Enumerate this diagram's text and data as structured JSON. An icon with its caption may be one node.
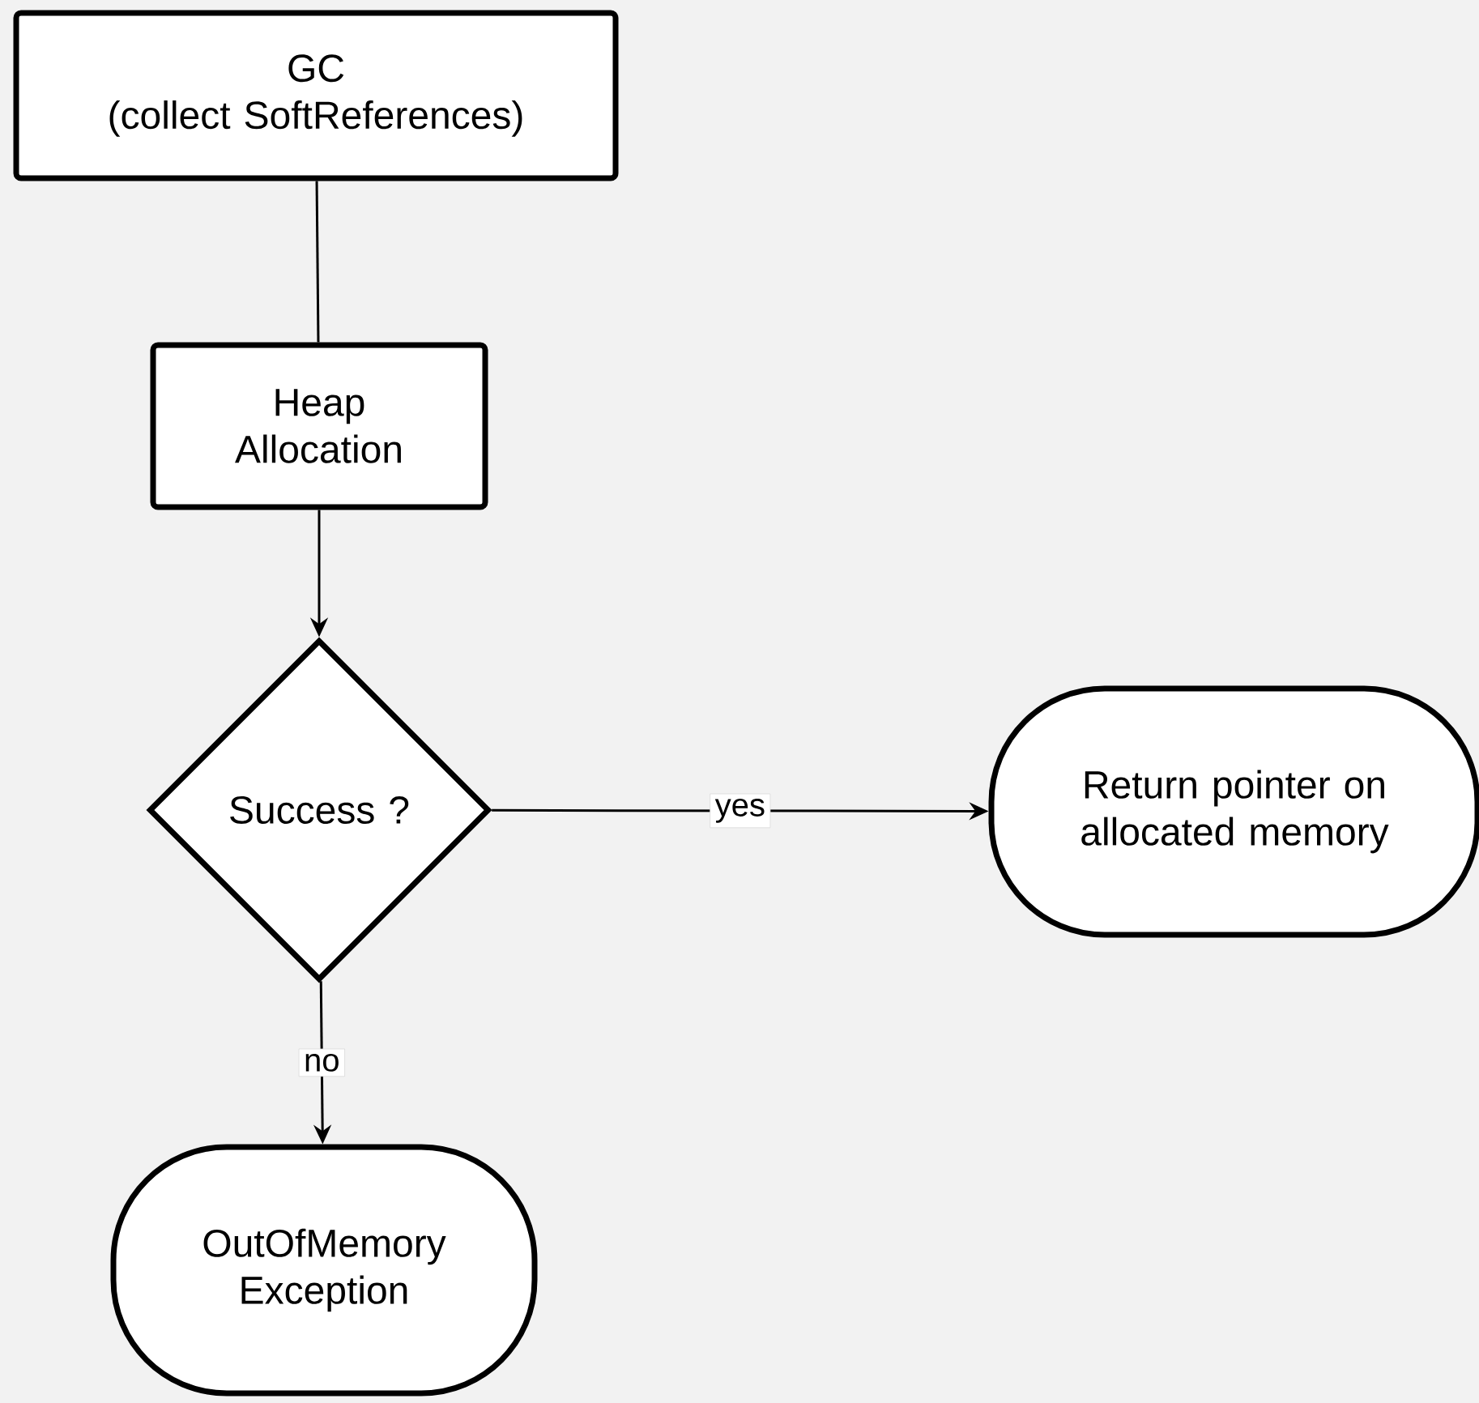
{
  "diagram": {
    "nodes": [
      {
        "text": [
          "GC",
          "(collect SoftReferences)"
        ]
      },
      {
        "text": [
          "Heap Allocation"
        ]
      },
      {
        "text": [
          "Success ?"
        ]
      },
      {
        "text": [
          "Return pointer on allocated memory"
        ]
      },
      {
        "text": [
          "OutOfMemory Exception"
        ]
      }
    ],
    "edges": [
      {
        "from": 0,
        "to": 1,
        "arrow": "none"
      },
      {
        "from": 1,
        "to": 2,
        "arrow": "to"
      },
      {
        "from": 2,
        "to": 3,
        "arrow": "to",
        "label": "yes"
      },
      {
        "from": 2,
        "to": 4,
        "arrow": "to",
        "label": "no"
      }
    ]
  }
}
